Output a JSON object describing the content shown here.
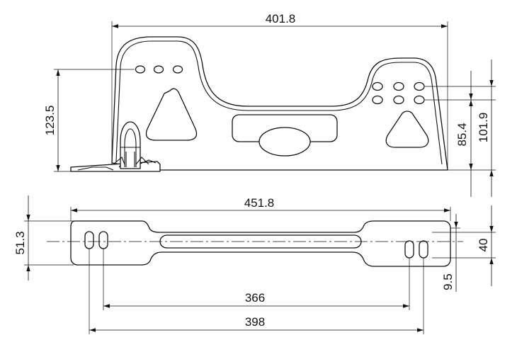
{
  "drawing": {
    "side_view": {
      "overall_length": "401.8",
      "front_hole_height": "123.5",
      "rear_upper_hole_height": "101.9",
      "rear_lower_hole_height": "85.4"
    },
    "top_view": {
      "overall_length": "451.8",
      "overall_width": "51.3",
      "slot_width": "40",
      "edge_offset": "9.5",
      "inner_hole_spacing": "366",
      "outer_hole_spacing": "398"
    }
  }
}
